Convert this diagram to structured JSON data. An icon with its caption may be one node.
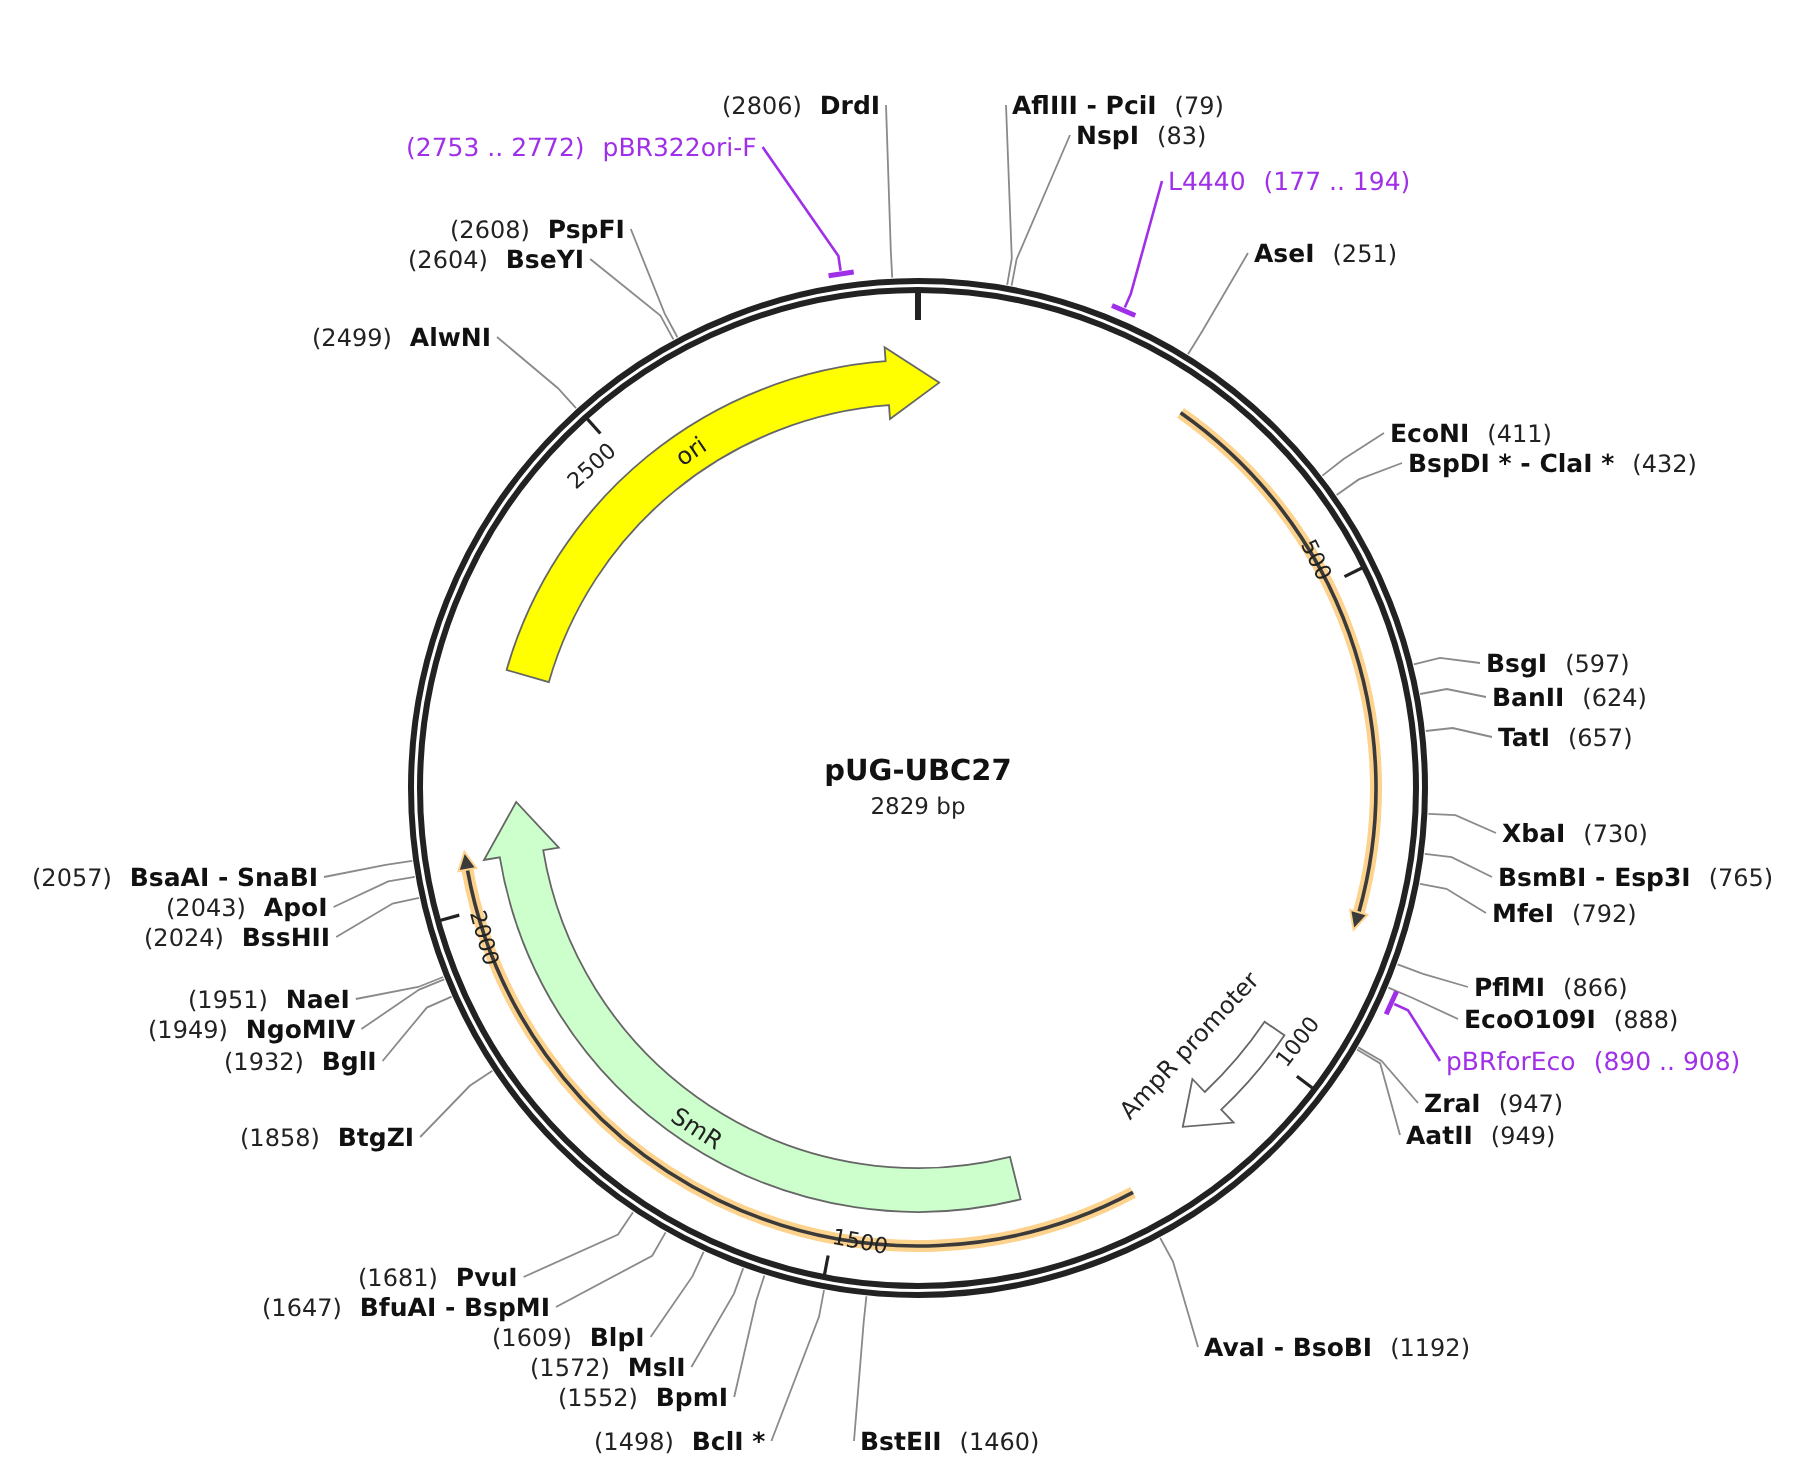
{
  "diagram": {
    "nodes": [
      {
        "text": [
          "pUG-UBC27",
          "2829 bp"
        ]
      },
      {
        "text": [
          "ori"
        ],
        "in": 0
      },
      {
        "text": [],
        "shape": "arrow",
        "in": 0
      },
      {
        "text": [
          "AmpR promoter"
        ],
        "in": 0
      },
      {
        "text": [
          "SmR"
        ],
        "in": 0
      },
      {
        "text": [],
        "shape": "arrow",
        "in": 0
      },
      {
        "text": [
          "(2806)",
          "DrdI"
        ]
      },
      {
        "text": [
          "AflIII - PciI",
          "(79)"
        ]
      },
      {
        "text": [
          "NspI",
          "(83)"
        ]
      },
      {
        "text": [
          "(2753 .. 2772)",
          "pBR322ori-F"
        ]
      },
      {
        "text": [],
        "shape": "bar"
      },
      {
        "text": [
          "L4440",
          "(177 .. 194)"
        ]
      },
      {
        "text": [],
        "shape": "bar"
      },
      {
        "text": [
          "(2608)",
          "PspFI"
        ]
      },
      {
        "text": [
          "(2604)",
          "BseYI"
        ]
      },
      {
        "text": [
          "AseI",
          "(251)"
        ]
      },
      {
        "text": [
          "(2499)",
          "AlwNI"
        ]
      },
      {
        "text": [
          "EcoNI",
          "(411)"
        ]
      },
      {
        "text": [
          "BspDI * - ClaI *",
          "(432)"
        ]
      },
      {
        "text": [
          "BsgI",
          "(597)"
        ]
      },
      {
        "text": [
          "BanII",
          "(624)"
        ]
      },
      {
        "text": [
          "TatI",
          "(657)"
        ]
      },
      {
        "text": [
          "XbaI",
          "(730)"
        ]
      },
      {
        "text": [
          "(2057)",
          "BsaAI - SnaBI"
        ]
      },
      {
        "text": [
          "BsmBI - Esp3I",
          "(765)"
        ]
      },
      {
        "text": [
          "(2043)",
          "ApoI"
        ]
      },
      {
        "text": [
          "MfeI",
          "(792)"
        ]
      },
      {
        "text": [
          "(2024)",
          "BssHII"
        ]
      },
      {
        "text": [
          "PflMI",
          "(866)"
        ]
      },
      {
        "text": [
          "(1951)",
          "NaeI"
        ]
      },
      {
        "text": [
          "EcoO109I",
          "(888)"
        ]
      },
      {
        "text": [
          "(1949)",
          "NgoMIV"
        ]
      },
      {
        "text": [
          "pBRforEco",
          "(890 .. 908)"
        ]
      },
      {
        "text": [],
        "shape": "bar"
      },
      {
        "text": [
          "(1932)",
          "BglI"
        ]
      },
      {
        "text": [
          "ZraI",
          "(947)"
        ]
      },
      {
        "text": [
          "AatII",
          "(949)"
        ]
      },
      {
        "text": [
          "(1858)",
          "BtgZI"
        ]
      },
      {
        "text": [
          "(1681)",
          "PvuI"
        ]
      },
      {
        "text": [
          "(1647)",
          "BfuAI - BspMI"
        ]
      },
      {
        "text": [
          "(1609)",
          "BlpI"
        ]
      },
      {
        "text": [
          "(1572)",
          "MslI"
        ]
      },
      {
        "text": [
          "(1552)",
          "BpmI"
        ]
      },
      {
        "text": [
          "AvaI - BsoBI",
          "(1192)"
        ]
      },
      {
        "text": [
          "(1498)",
          "BclI *"
        ]
      },
      {
        "text": [
          "BstEII",
          "(1460)"
        ]
      }
    ],
    "edges": [
      {
        "from": 6,
        "to": 0,
        "arrow": "none"
      },
      {
        "from": 7,
        "to": 0,
        "arrow": "none"
      },
      {
        "from": 8,
        "to": 0,
        "arrow": "none"
      },
      {
        "from": 9,
        "to": 10,
        "arrow": "none",
        "color": "#a030e8"
      },
      {
        "from": 11,
        "to": 12,
        "arrow": "none",
        "color": "#a030e8"
      },
      {
        "from": 13,
        "to": 0,
        "arrow": "none"
      },
      {
        "from": 14,
        "to": 0,
        "arrow": "none"
      },
      {
        "from": 15,
        "to": 0,
        "arrow": "none"
      },
      {
        "from": 16,
        "to": 0,
        "arrow": "none"
      },
      {
        "from": 17,
        "to": 0,
        "arrow": "none"
      },
      {
        "from": 18,
        "to": 0,
        "arrow": "none"
      },
      {
        "from": 19,
        "to": 0,
        "arrow": "none"
      },
      {
        "from": 20,
        "to": 0,
        "arrow": "none"
      },
      {
        "from": 21,
        "to": 0,
        "arrow": "none"
      },
      {
        "from": 22,
        "to": 0,
        "arrow": "none"
      },
      {
        "from": 23,
        "to": 0,
        "arrow": "none"
      },
      {
        "from": 24,
        "to": 0,
        "arrow": "none"
      },
      {
        "from": 25,
        "to": 0,
        "arrow": "none"
      },
      {
        "from": 26,
        "to": 0,
        "arrow": "none"
      },
      {
        "from": 27,
        "to": 0,
        "arrow": "none"
      },
      {
        "from": 28,
        "to": 0,
        "arrow": "none"
      },
      {
        "from": 29,
        "to": 0,
        "arrow": "none"
      },
      {
        "from": 30,
        "to": 0,
        "arrow": "none"
      },
      {
        "from": 31,
        "to": 0,
        "arrow": "none"
      },
      {
        "from": 32,
        "to": 33,
        "arrow": "none",
        "color": "#a030e8"
      },
      {
        "from": 34,
        "to": 0,
        "arrow": "none"
      },
      {
        "from": 35,
        "to": 0,
        "arrow": "none"
      },
      {
        "from": 36,
        "to": 0,
        "arrow": "none"
      },
      {
        "from": 37,
        "to": 0,
        "arrow": "none"
      },
      {
        "from": 38,
        "to": 0,
        "arrow": "none"
      },
      {
        "from": 39,
        "to": 0,
        "arrow": "none"
      },
      {
        "from": 40,
        "to": 0,
        "arrow": "none"
      },
      {
        "from": 41,
        "to": 0,
        "arrow": "none"
      },
      {
        "from": 42,
        "to": 0,
        "arrow": "none"
      },
      {
        "from": 43,
        "to": 0,
        "arrow": "none"
      },
      {
        "from": 44,
        "to": 0,
        "arrow": "none"
      },
      {
        "from": 45,
        "to": 0,
        "arrow": "none"
      }
    ],
    "labels": [
      "2500",
      "500",
      "2000",
      "1000",
      "1500"
    ]
  }
}
